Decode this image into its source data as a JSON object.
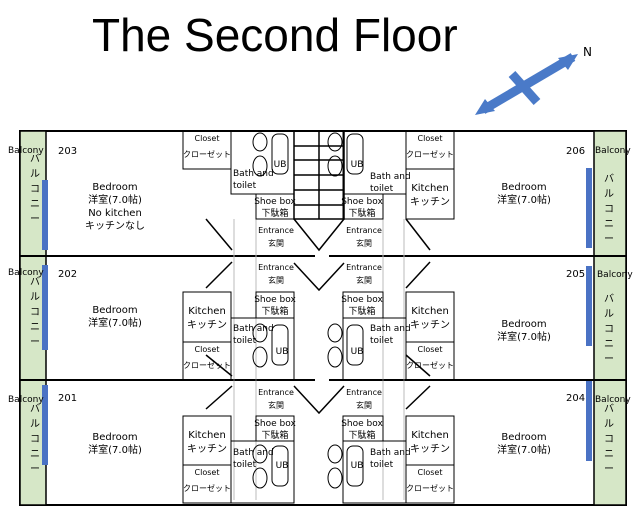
{
  "title": "The Second Floor",
  "north": "N",
  "balcony": {
    "en": "Balcony",
    "jp": [
      "バ",
      "ル",
      "コ",
      "ニ",
      "ー"
    ]
  },
  "room_word": "Bedroom",
  "room_size": "洋室(7.0帖)",
  "no_kitchen": "No kitchen",
  "no_kitchen_jp": "キッチンなし",
  "kitchen": {
    "en": "Kitchen",
    "jp": "キッチン"
  },
  "closet": {
    "en": "Closet",
    "jp": "クローゼット"
  },
  "bath": {
    "en": "Bath and toilet",
    "line1": "Bath and",
    "line2": "toilet"
  },
  "ub": "UB",
  "shoe_box": {
    "en": "Shoe box",
    "jp": "下駄箱"
  },
  "entrance": {
    "en": "Entrance",
    "jp": "玄関"
  },
  "units": [
    "203",
    "202",
    "201",
    "206",
    "205",
    "204"
  ]
}
